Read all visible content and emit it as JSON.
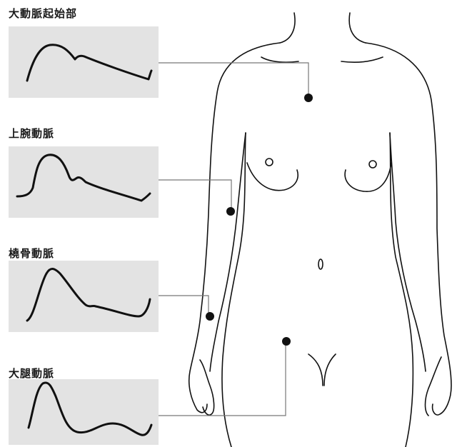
{
  "panels": [
    {
      "label": "大動脈起始部",
      "site": "aortic-root"
    },
    {
      "label": "上腕動脈",
      "site": "brachial"
    },
    {
      "label": "橈骨動脈",
      "site": "radial"
    },
    {
      "label": "大腿動脈",
      "site": "femoral"
    }
  ],
  "colors": {
    "panel_bg": "#e3e3e3",
    "ink": "#111111",
    "connector": "#777777"
  }
}
